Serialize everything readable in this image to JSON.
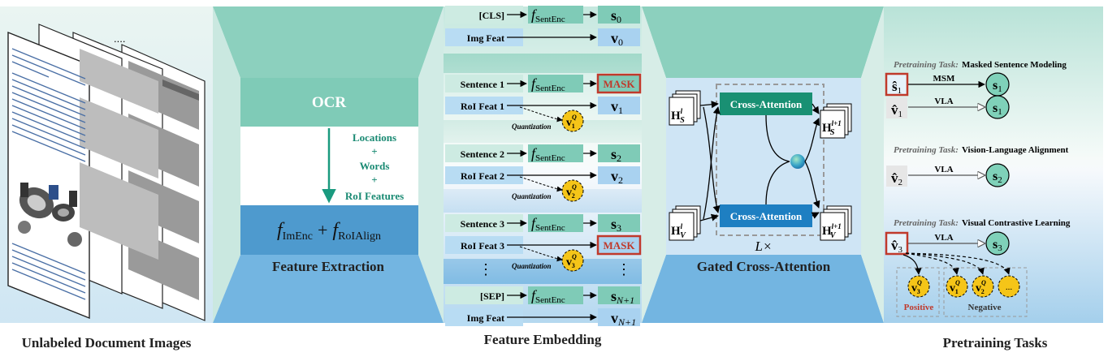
{
  "sections": {
    "documents": "Unlabeled Document Images",
    "extraction": "Feature Extraction",
    "embedding": "Feature Embedding",
    "gated": "Gated Cross-Attention",
    "tasks": "Pretraining Tasks"
  },
  "extraction": {
    "ocr": "OCR",
    "outputs": [
      "Locations",
      "+",
      "Words",
      "+",
      "RoI Features"
    ],
    "encoder_f1": "f",
    "encoder_sub1": "ImEnc",
    "encoder_plus": "+",
    "encoder_f2": "f",
    "encoder_sub2": "RoIAlign"
  },
  "documents": {
    "ellipsis": "...."
  },
  "embedding": {
    "rows": [
      {
        "in": "[CLS]",
        "enc": true,
        "out_base": "s",
        "out_sub": "0",
        "masked": false
      },
      {
        "in": "Img Feat",
        "enc": false,
        "out_base": "v",
        "out_sub": "0",
        "masked": false
      },
      {
        "in": "Sentence 1",
        "enc": true,
        "out_base": "s",
        "out_sub": "1",
        "masked": true,
        "mask_text": "MASK"
      },
      {
        "in": "RoI Feat 1",
        "enc": false,
        "quant": true,
        "q_sub": "1",
        "out_base": "v",
        "out_sub": "1",
        "masked": false
      },
      {
        "in": "Sentence 2",
        "enc": true,
        "out_base": "s",
        "out_sub": "2",
        "masked": false
      },
      {
        "in": "RoI Feat 2",
        "enc": false,
        "quant": true,
        "q_sub": "2",
        "out_base": "v",
        "out_sub": "2",
        "masked": false
      },
      {
        "in": "Sentence 3",
        "enc": true,
        "out_base": "s",
        "out_sub": "3",
        "masked": false
      },
      {
        "in": "RoI Feat 3",
        "enc": false,
        "quant": true,
        "q_sub": "3",
        "out_base": "v",
        "out_sub": "3",
        "masked": true,
        "mask_text": "MASK"
      },
      {
        "in": "[SEP]",
        "enc": true,
        "out_base": "s",
        "out_sub": "N+1",
        "masked": false
      },
      {
        "in": "Img Feat",
        "enc": false,
        "out_base": "v",
        "out_sub": "N+1",
        "masked": false
      }
    ],
    "enc_f": "f",
    "enc_sub": "SentEnc",
    "quant_label": "Quantization",
    "quant_sup": "Q",
    "vdots": "⋮"
  },
  "gated": {
    "block": "Cross-Attention",
    "hs": "H",
    "hs_sub": "S",
    "hv_sub": "V",
    "sup_l": "l",
    "sup_l1": "l+1",
    "repeat": "L×"
  },
  "tasks": {
    "prefix": "Pretraining Task:",
    "task1": "Masked Sentence Modeling",
    "task2": "Vision-Language Alignment",
    "task3": "Visual Contrastive Learning",
    "msm": "MSM",
    "vla": "VLA",
    "positive": "Positive",
    "negative": "Negative",
    "more": "..."
  },
  "colors": {
    "teal_dark": "#1a9a7f",
    "teal": "#7fcbb7",
    "teal_light": "#cdebe2",
    "blue": "#2f88c5",
    "blue_light": "#b8dcf3",
    "blue_box": "#a9d2f0",
    "mask_red": "#c0392b",
    "quant_yellow": "#f5c518",
    "circle_green": "#7fd1b9",
    "blue_block": "#1e7fc2",
    "green_block": "#199073"
  }
}
